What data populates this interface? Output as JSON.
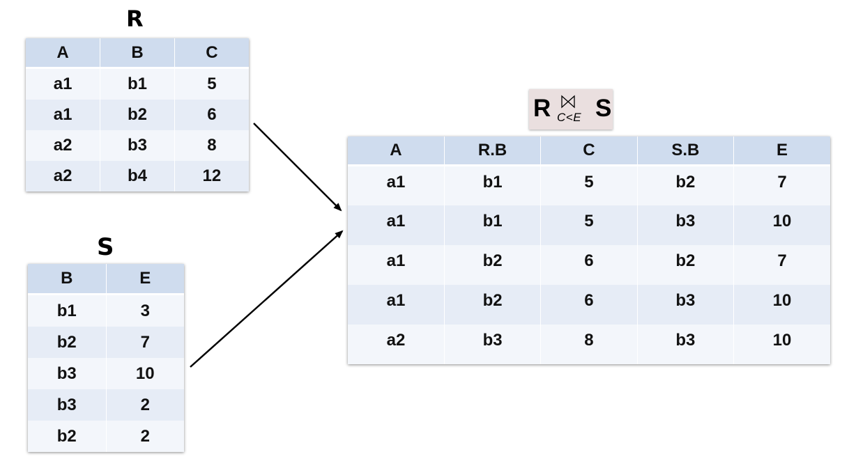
{
  "r_relation": {
    "title": "R",
    "headers": [
      "A",
      "B",
      "C"
    ],
    "rows": [
      [
        "a1",
        "b1",
        "5"
      ],
      [
        "a1",
        "b2",
        "6"
      ],
      [
        "a2",
        "b3",
        "8"
      ],
      [
        "a2",
        "b4",
        "12"
      ]
    ]
  },
  "s_relation": {
    "title": "S",
    "headers": [
      "B",
      "E"
    ],
    "rows": [
      [
        "b1",
        "3"
      ],
      [
        "b2",
        "7"
      ],
      [
        "b3",
        "10"
      ],
      [
        "b3",
        "2"
      ],
      [
        "b2",
        "2"
      ]
    ]
  },
  "join_label": {
    "left": "R",
    "operator_icon": "bowtie-join-icon",
    "condition": "C<E",
    "right": "S"
  },
  "result": {
    "headers": [
      "A",
      "R.B",
      "C",
      "S.B",
      "E"
    ],
    "rows": [
      [
        "a1",
        "b1",
        "5",
        "b2",
        "7"
      ],
      [
        "a1",
        "b1",
        "5",
        "b3",
        "10"
      ],
      [
        "a1",
        "b2",
        "6",
        "b2",
        "7"
      ],
      [
        "a1",
        "b2",
        "6",
        "b3",
        "10"
      ],
      [
        "a2",
        "b3",
        "8",
        "b3",
        "10"
      ]
    ]
  }
}
